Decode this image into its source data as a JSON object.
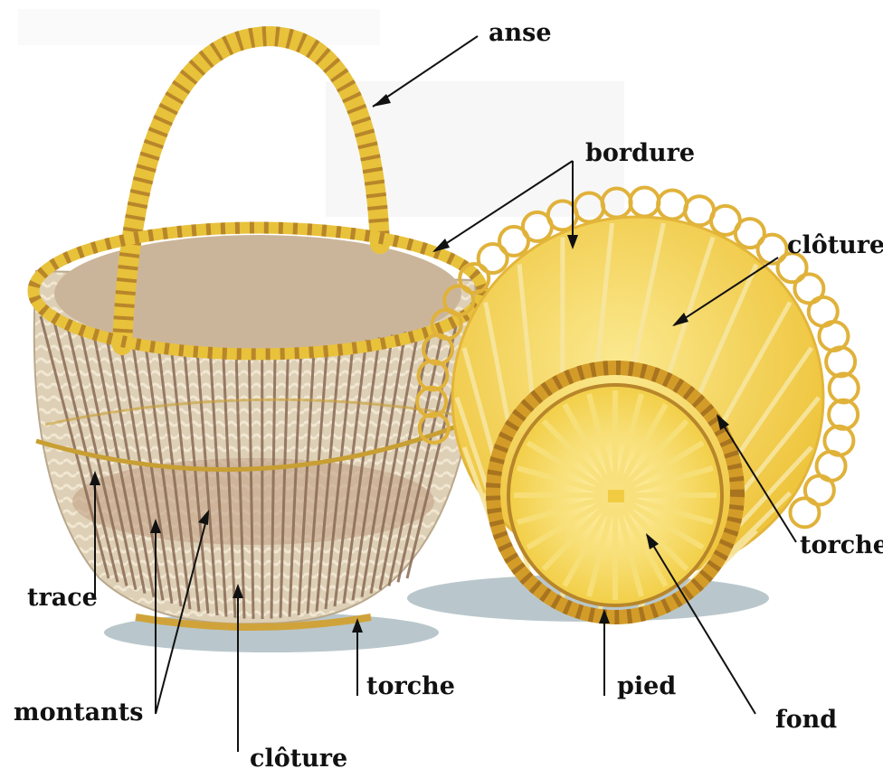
{
  "labels": {
    "anse": "anse",
    "bordure": "bordure",
    "cloture_right": "clôture",
    "torche_right": "torche",
    "trace": "trace",
    "montants": "montants",
    "torche_bottom": "torche",
    "cloture_bottom": "clôture",
    "pied": "pied",
    "fond": "fond"
  },
  "colors": {
    "wicker": "#e8c23a",
    "wicker_dark": "#b8862a",
    "wicker_light": "#f7e28a",
    "stake": "#8a6a55",
    "weave": "#ddd0b6",
    "interior": "#cbb59a",
    "shadow": "#b9c7cc",
    "leader": "#111111"
  }
}
